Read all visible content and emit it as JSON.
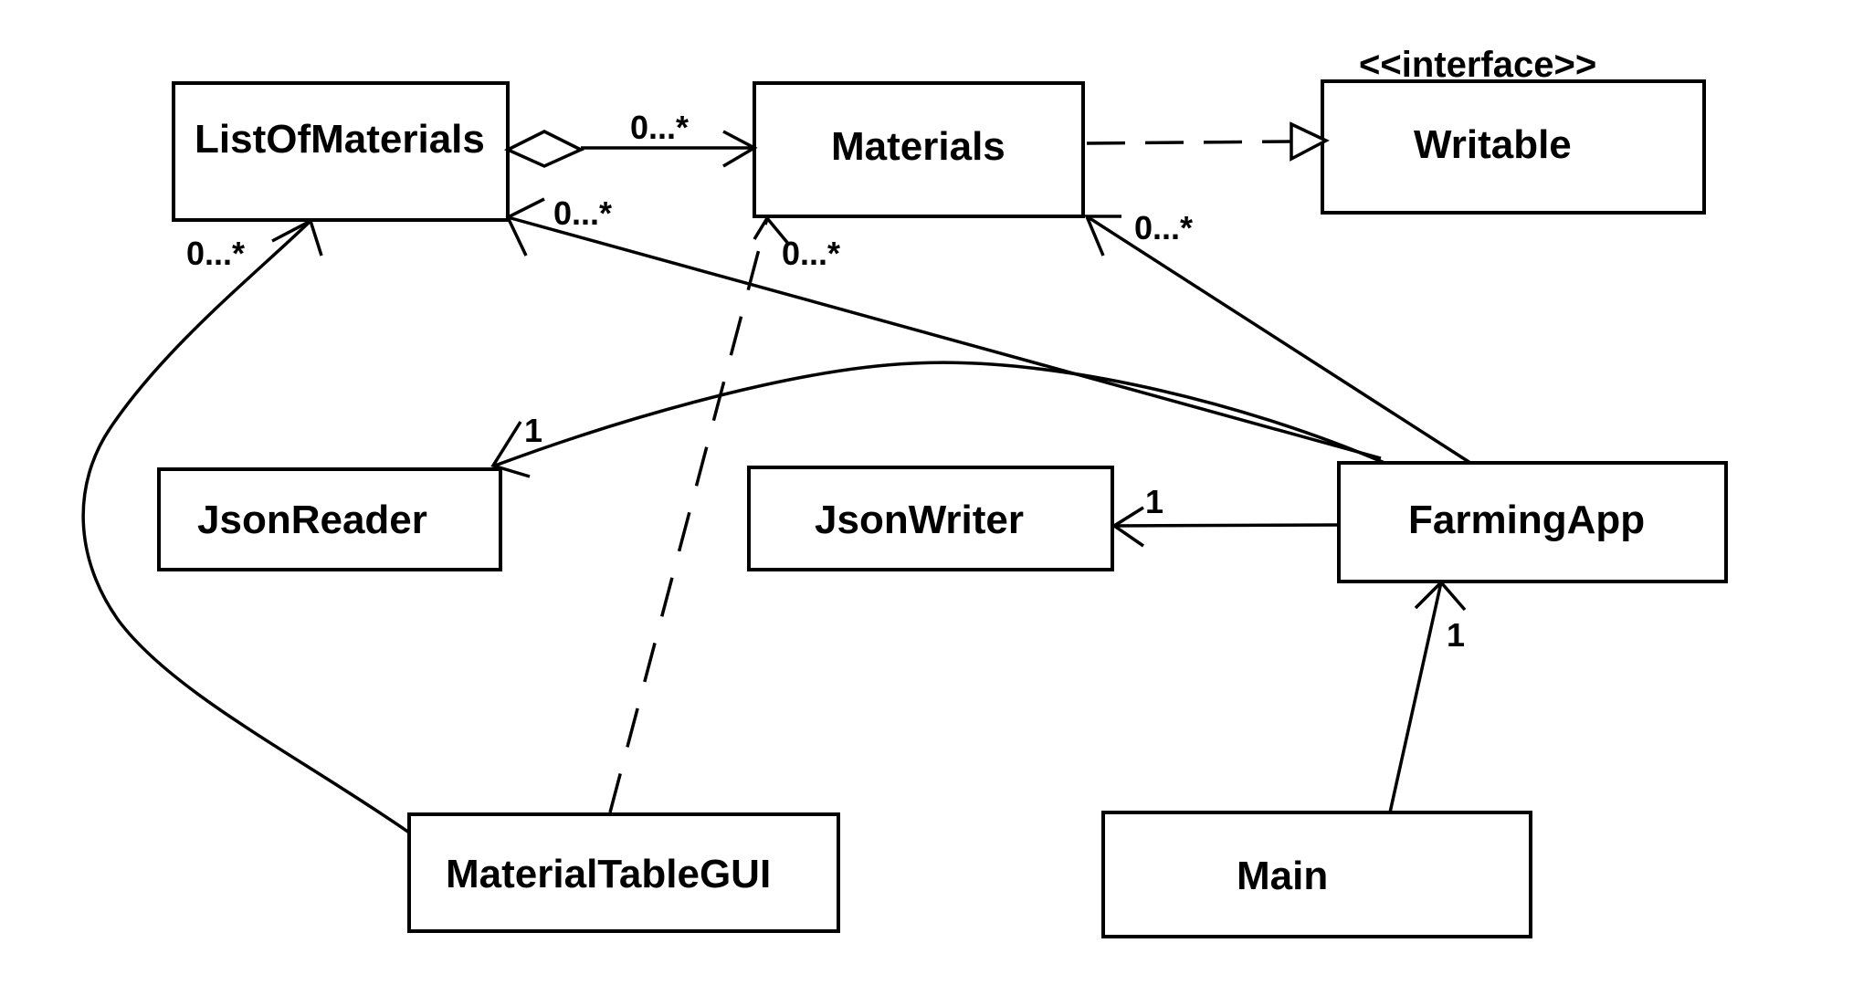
{
  "classes": {
    "list_of_materials": "ListOfMaterials",
    "materials": "Materials",
    "writable": "Writable",
    "writable_stereotype": "<<interface>>",
    "json_reader": "JsonReader",
    "json_writer": "JsonWriter",
    "farming_app": "FarmingApp",
    "material_table_gui": "MaterialTableGUI",
    "main": "Main"
  },
  "multiplicities": {
    "list_to_materials": "0...*",
    "farming_to_list": "0...*",
    "gui_to_list": "0...*",
    "gui_to_materials": "0...*",
    "farming_to_materials": "0...*",
    "farming_to_reader": "1",
    "farming_to_writer": "1",
    "main_to_farming": "1"
  }
}
